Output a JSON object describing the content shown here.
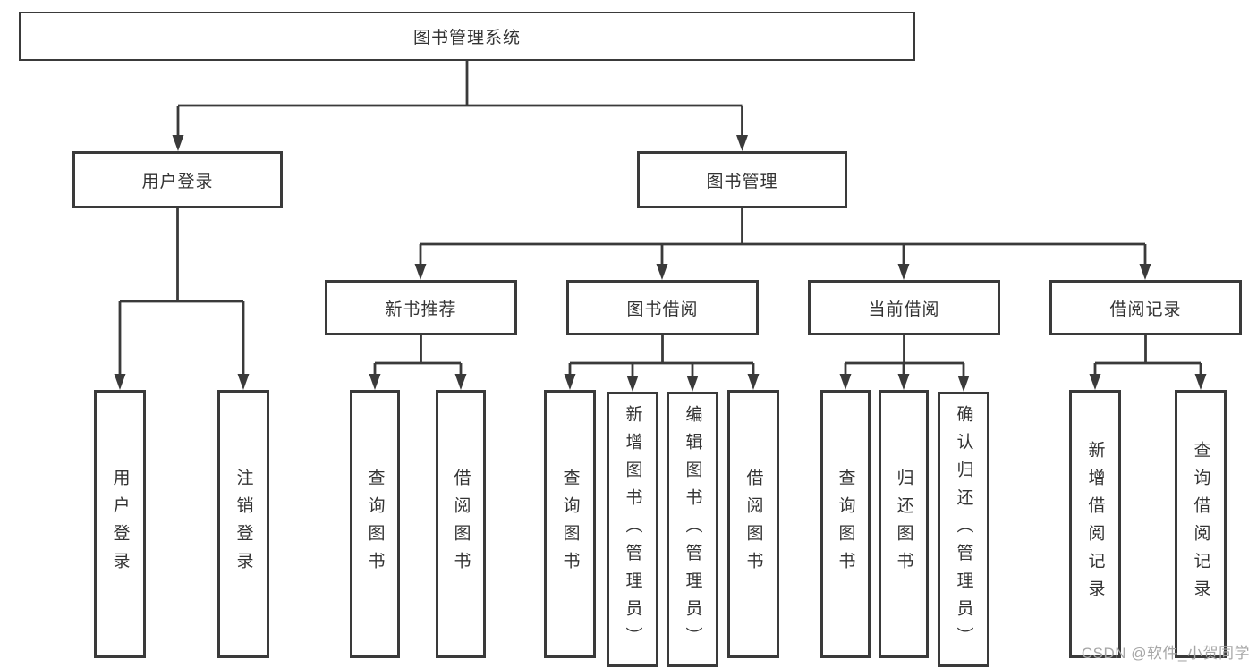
{
  "diagram": {
    "nodes": {
      "root": "图书管理系统",
      "login": "用户登录",
      "mgmt": "图书管理",
      "recommend": "新书推荐",
      "borrow": "图书借阅",
      "current": "当前借阅",
      "records": "借阅记录",
      "login_user": "用户登录",
      "login_logout": "注销登录",
      "recommend_query": "查询图书",
      "recommend_borrow": "借阅图书",
      "borrow_query": "查询图书",
      "borrow_add": "新增图书（管理员）",
      "borrow_edit": "编辑图书（管理员）",
      "borrow_lend": "借阅图书",
      "current_query": "查询图书",
      "current_return": "归还图书",
      "current_confirm": "确认归还（管理员）",
      "records_add": "新增借阅记录",
      "records_query": "查询借阅记录"
    },
    "colors": {
      "line": "#3a3a3a",
      "text": "#333333",
      "watermark": "#a6a6a6"
    },
    "watermark": "CSDN @软件_小贺同学"
  }
}
